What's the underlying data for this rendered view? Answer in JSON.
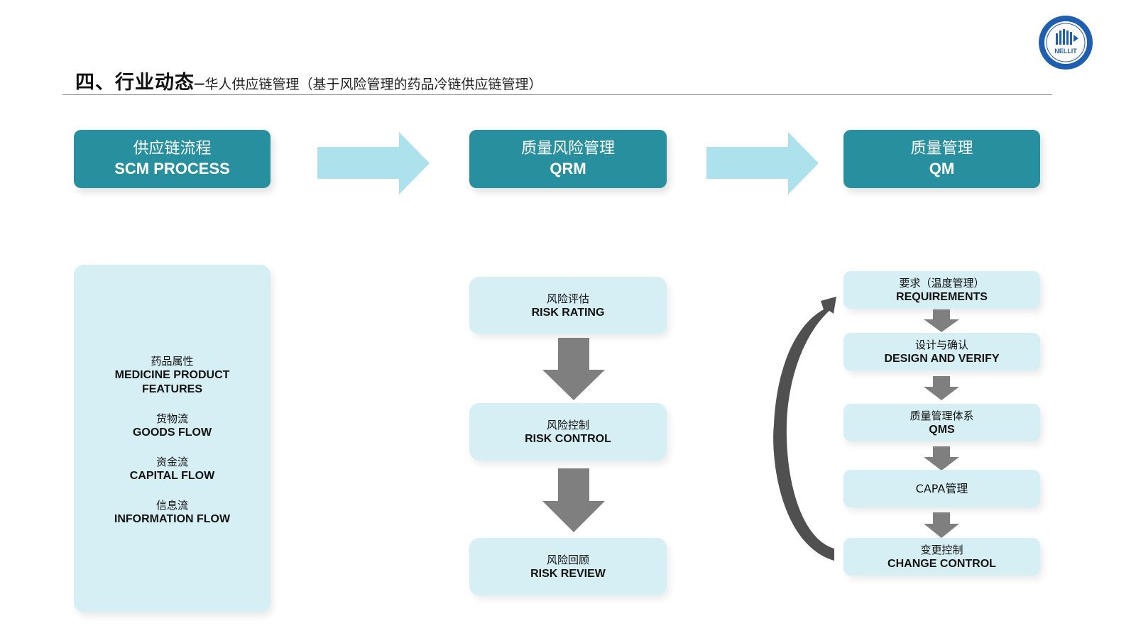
{
  "header": {
    "title_main": "四、行业动态–",
    "title_sub": "华人供应链管理（基于风险管理的药品冷链供应链管理）",
    "logo_text": "NELLIT"
  },
  "colors": {
    "header_box": "#288f9e",
    "light_box": "#d6eff4",
    "flow_arrow": "#ade1ec",
    "down_arrow": "#7f7f7f",
    "loop_arrow": "#505050"
  },
  "columns": [
    {
      "cn": "供应链流程",
      "en": "SCM PROCESS"
    },
    {
      "cn": "质量风险管理",
      "en": "QRM"
    },
    {
      "cn": "质量管理",
      "en": "QM"
    }
  ],
  "scm_items": [
    {
      "cn": "药品属性",
      "en": "MEDICINE PRODUCT FEATURES"
    },
    {
      "cn": "货物流",
      "en": "GOODS FLOW"
    },
    {
      "cn": "资金流",
      "en": "CAPITAL FLOW"
    },
    {
      "cn": "信息流",
      "en": "INFORMATION FLOW"
    }
  ],
  "qrm_steps": [
    {
      "cn": "风险评估",
      "en": "RISK RATING"
    },
    {
      "cn": "风险控制",
      "en": "RISK CONTROL"
    },
    {
      "cn": "风险回顾",
      "en": "RISK REVIEW"
    }
  ],
  "qm_steps": [
    {
      "cn": "要求（温度管理）",
      "en": "REQUIREMENTS"
    },
    {
      "cn": "设计与确认",
      "en": "DESIGN AND VERIFY"
    },
    {
      "cn": "质量管理体系",
      "en": "QMS"
    },
    {
      "cn": "CAPA管理",
      "en": ""
    },
    {
      "cn": "变更控制",
      "en": "CHANGE CONTROL"
    }
  ]
}
